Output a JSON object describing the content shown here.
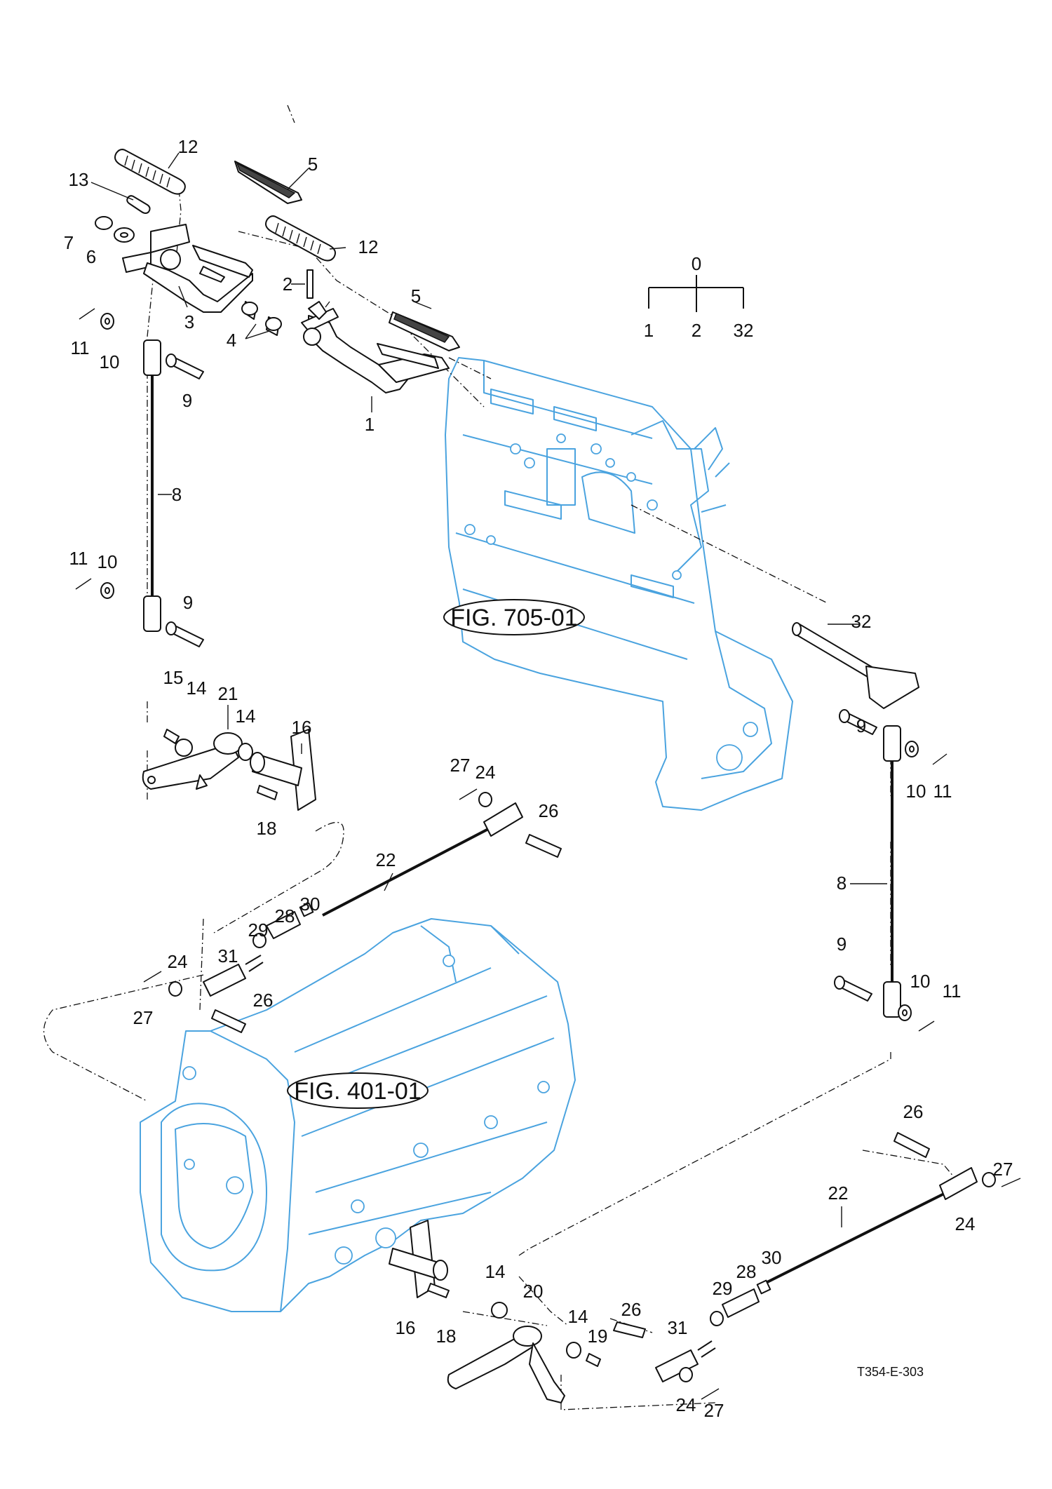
{
  "figure_code": "T354-E-303",
  "figure_references": {
    "frame": "FIG. 705-01",
    "transmission": "FIG. 401-01"
  },
  "assembly_tree": {
    "root": "0",
    "branches": [
      "1",
      "2",
      "32"
    ]
  },
  "callouts": {
    "c1": "1",
    "c2": "2",
    "c3": "3",
    "c4": "4",
    "c5a": "5",
    "c5b": "5",
    "c6": "6",
    "c7": "7",
    "c8a": "8",
    "c8b": "8",
    "c9a": "9",
    "c9b": "9",
    "c9c": "9",
    "c9d": "9",
    "c10a": "10",
    "c10b": "10",
    "c10c": "10",
    "c10d": "10",
    "c11a": "11",
    "c11b": "11",
    "c11c": "11",
    "c11d": "11",
    "c12a": "12",
    "c12b": "12",
    "c13": "13",
    "c14a": "14",
    "c14b": "14",
    "c14c": "14",
    "c14d": "14",
    "c15": "15",
    "c16a": "16",
    "c16b": "16",
    "c18a": "18",
    "c18b": "18",
    "c19": "19",
    "c20": "20",
    "c21": "21",
    "c22a": "22",
    "c22b": "22",
    "c24a": "24",
    "c24b": "24",
    "c24c": "24",
    "c24d": "24",
    "c26a": "26",
    "c26b": "26",
    "c26c": "26",
    "c26d": "26",
    "c27a": "27",
    "c27b": "27",
    "c27c": "27",
    "c27d": "27",
    "c28a": "28",
    "c28b": "28",
    "c29a": "29",
    "c29b": "29",
    "c30a": "30",
    "c30b": "30",
    "c31a": "31",
    "c31b": "31",
    "c32": "32"
  }
}
